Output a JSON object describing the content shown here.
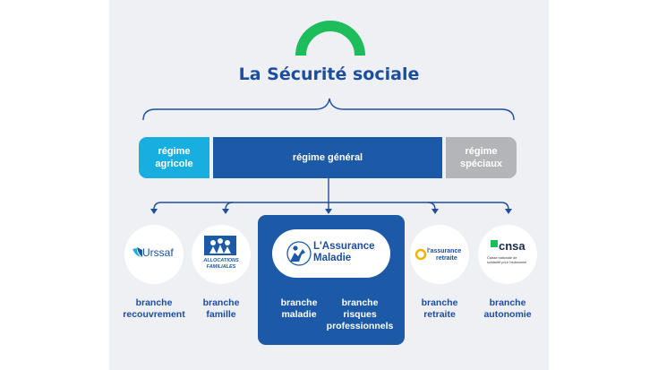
{
  "title": "La Sécurité sociale",
  "regimes": {
    "agricole": "régime\nagricole",
    "general": "régime général",
    "speciaux": "régime\nspéciaux"
  },
  "branches": {
    "recouvrement": "branche\nrecouvrement",
    "famille": "branche\nfamille",
    "maladie": "branche\nmaladie",
    "risques": "branche\nrisques\nprofessionnels",
    "retraite": "branche\nretraite",
    "autonomie": "branche\nautonomie"
  },
  "logos": {
    "urssaf": "Urssaf",
    "caf": "ALLOCATIONS\nFAMILIALES",
    "assurance_maladie": "L'Assurance\nMaladie",
    "assurance_retraite_1": "l'assurance",
    "assurance_retraite_2": "retraite",
    "cnsa": "cnsa",
    "cnsa_sub": "Caisse nationale de\nsolidarité pour l'autonomie"
  },
  "colors": {
    "navy": "#1c4ea0",
    "blue": "#1c5aa8",
    "cyan": "#19aee0",
    "grey": "#b3b5b8",
    "green": "#1dbd5c"
  }
}
